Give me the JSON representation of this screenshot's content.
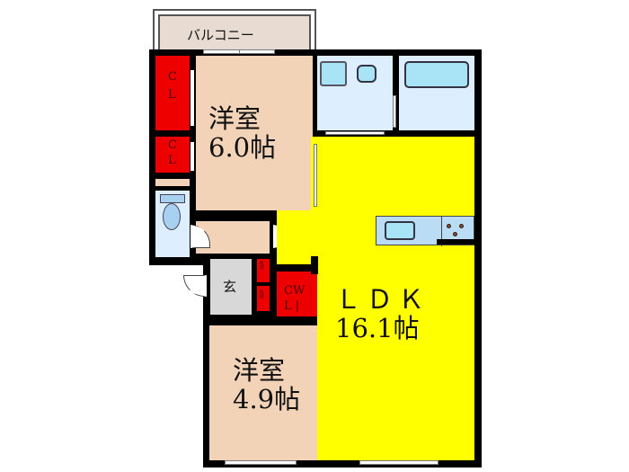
{
  "floorplan": {
    "balcony": {
      "label": "バルコニー"
    },
    "western_room_1": {
      "name": "洋室",
      "size": "6.0帖"
    },
    "western_room_2": {
      "name": "洋室",
      "size": "4.9帖"
    },
    "ldk": {
      "name": "ＬＤＫ",
      "size": "16.1帖"
    },
    "closet_1": {
      "label_c": "C",
      "label_l": "L"
    },
    "closet_2": {
      "label_c": "C",
      "label_l": "L"
    },
    "walk_in_closet": {
      "label_cw": "CW",
      "label_l": "L",
      "label_bar": "|"
    },
    "entrance": {
      "label": "玄"
    },
    "shoe_box_1": {
      "label": "靴箱"
    },
    "shoe_box_2": {
      "label": "靴箱"
    },
    "colors": {
      "wall": "#000000",
      "western_room": "#f2d3b8",
      "ldk": "#ffff00",
      "closet": "#ee0000",
      "wet_area": "#ddeeff",
      "fixture": "#a8e4f5",
      "entrance": "#d8d8d8",
      "balcony": "#e8dcd2"
    }
  }
}
